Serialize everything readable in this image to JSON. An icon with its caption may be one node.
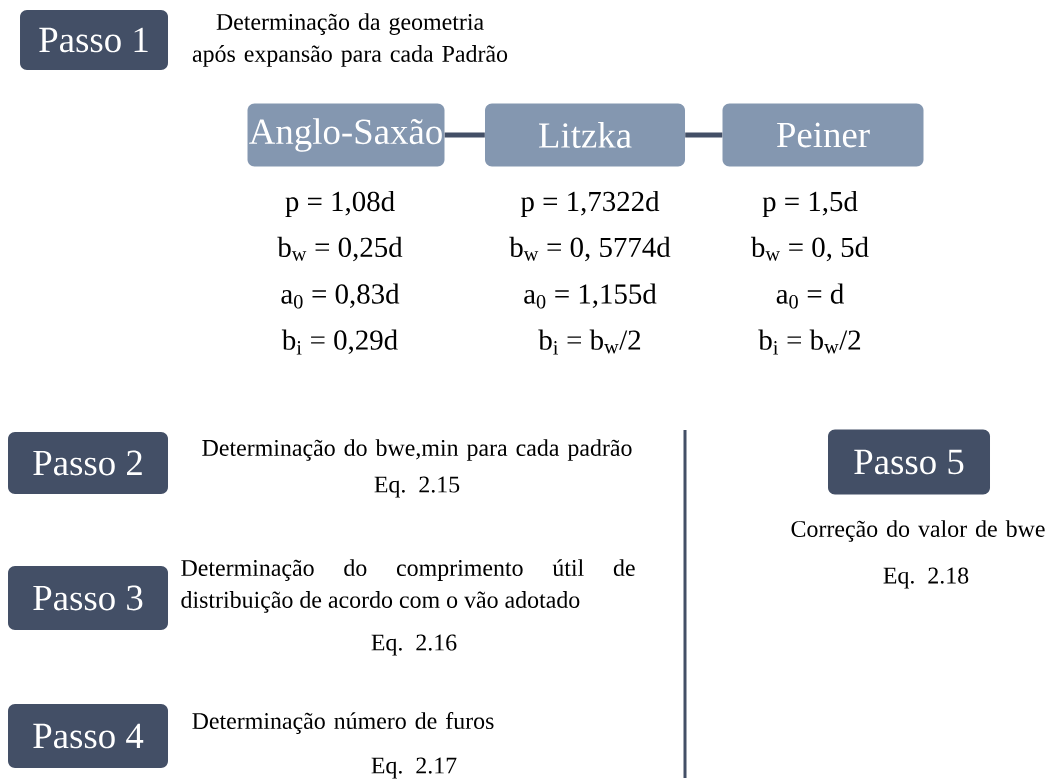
{
  "diagram": {
    "nodes": [
      {
        "text": [
          "Passo 1"
        ],
        "beside": [
          "Determinação da geometria após expansão para cada Padrão"
        ]
      },
      {
        "text": [
          "Anglo-Saxão"
        ]
      },
      {
        "text": [
          "Litzka"
        ]
      },
      {
        "text": [
          "Peiner"
        ]
      },
      {
        "text": [
          "Passo 2"
        ],
        "beside": [
          "Determinação do bwe,min para cada padrão",
          "Eq. 2.15"
        ]
      },
      {
        "text": [
          "Passo 3"
        ],
        "beside": [
          "Determinação do comprimento útil de distribuição de acordo com o vão adotado",
          "Eq. 2.16"
        ]
      },
      {
        "text": [
          "Passo 4"
        ],
        "beside": [
          "Determinação número de furos",
          "Eq. 2.17"
        ]
      },
      {
        "text": [
          "Passo 5"
        ],
        "beside": [
          "Correção do valor de bwe",
          "Eq. 2.18"
        ]
      }
    ],
    "edges": [
      {
        "from": 1,
        "to": 2,
        "arrow": "none"
      },
      {
        "from": 2,
        "to": 3,
        "arrow": "none"
      }
    ],
    "labels": [
      "p = 1,08d",
      "p = 1,7322d",
      "p = 1,5d",
      "b$_{w}$ = 0,25d",
      "b$_{w}$ = 0, 5774d",
      "b$_{w}$ = 0, 5d",
      "a$_{0}$ = 0,83d",
      "a$_{0}$ = 1,155d",
      "a$_{0}$ = d",
      "b$_{i}$ = 0,29d",
      "b$_{i}$ = b$_{w}$/2",
      "b$_{i}$ = b$_{w}$/2"
    ]
  }
}
